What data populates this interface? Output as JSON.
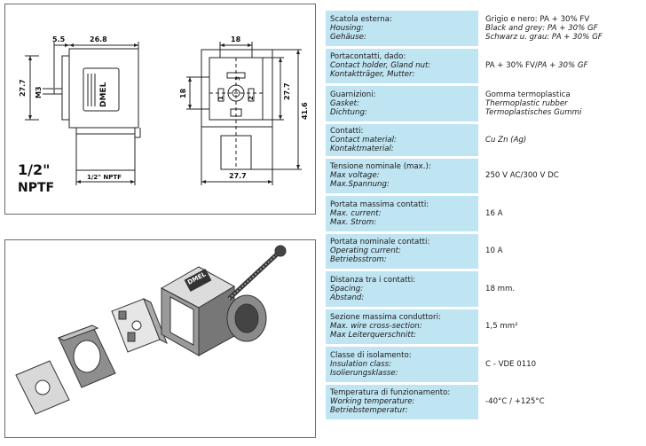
{
  "drawing": {
    "dims": {
      "d_5_5": "5.5",
      "d_26_8": "26.8",
      "d_27_7_left": "27.7",
      "d_m3": "M3",
      "d_half_nptf": "1/2\" NPTF",
      "d_18_top": "18",
      "d_18_side": "18",
      "d_27_7_right": "27.7",
      "d_41_6": "41.6",
      "d_27_7_bottom": "27.7"
    },
    "thread_size": "1/2\"",
    "thread_type": "NPTF",
    "logo_text": "DMEL",
    "pin_labels": [
      "1",
      "2",
      "3"
    ]
  },
  "exploded_logo": "DMEL",
  "specs": [
    {
      "it": "Scatola esterna:",
      "en": "Housing:",
      "de": "Gehäuse:",
      "v_it": "Grigio e nero: PA + 30% FV",
      "v_en": "Black and grey: PA + 30% GF",
      "v_de": "Schwarz u. grau: PA + 30% GF"
    },
    {
      "it": "Portacontatti, dado:",
      "en": "Contact holder, Gland nut:",
      "de": "Kontaktträger, Mutter:",
      "v_it": "PA + 30% FV/",
      "v_en": "PA + 30% GF",
      "v_de": ""
    },
    {
      "it": "Guarnizioni:",
      "en": "Gasket:",
      "de": "Dichtung:",
      "v_it": "Gomma termoplastica",
      "v_en": "Thermoplastic rubber",
      "v_de": "Termoplastisches Gummi"
    },
    {
      "it": "Contatti:",
      "en": "Contact material:",
      "de": "Kontaktmaterial:",
      "v_it": "",
      "v_en": "Cu Zn (Ag)",
      "v_de": ""
    },
    {
      "it": "Tensione nominale (max.):",
      "en": "Max voltage:",
      "de": "Max.Spannung:",
      "v_it": "250 V AC/300 V DC",
      "v_en": "",
      "v_de": ""
    },
    {
      "it": "Portata massima contatti:",
      "en": "Max. current:",
      "de": "Max. Strom:",
      "v_it": "16 A",
      "v_en": "",
      "v_de": ""
    },
    {
      "it": "Portata nominale contatti:",
      "en": "Operating current:",
      "de": "Betriebsstrom:",
      "v_it": "10 A",
      "v_en": "",
      "v_de": ""
    },
    {
      "it": "Distanza tra i contatti:",
      "en": "Spacing:",
      "de": "Abstand:",
      "v_it": "18 mm.",
      "v_en": "",
      "v_de": ""
    },
    {
      "it": "Sezione massima conduttori:",
      "en": "Max. wire cross-section:",
      "de": "Max Leiterquerschnitt:",
      "v_it": "1,5 mm²",
      "v_en": "",
      "v_de": ""
    },
    {
      "it": "Classe di isolamento:",
      "en": "Insulation class:",
      "de": "Isolierungsklasse:",
      "v_it": "C - VDE 0110",
      "v_en": "",
      "v_de": ""
    },
    {
      "it": "Temperatura di funzionamento:",
      "en": "Working temperature:",
      "de": "Betriebstemperatur:",
      "v_it": "-40°C / +125°C",
      "v_en": "",
      "v_de": ""
    }
  ]
}
